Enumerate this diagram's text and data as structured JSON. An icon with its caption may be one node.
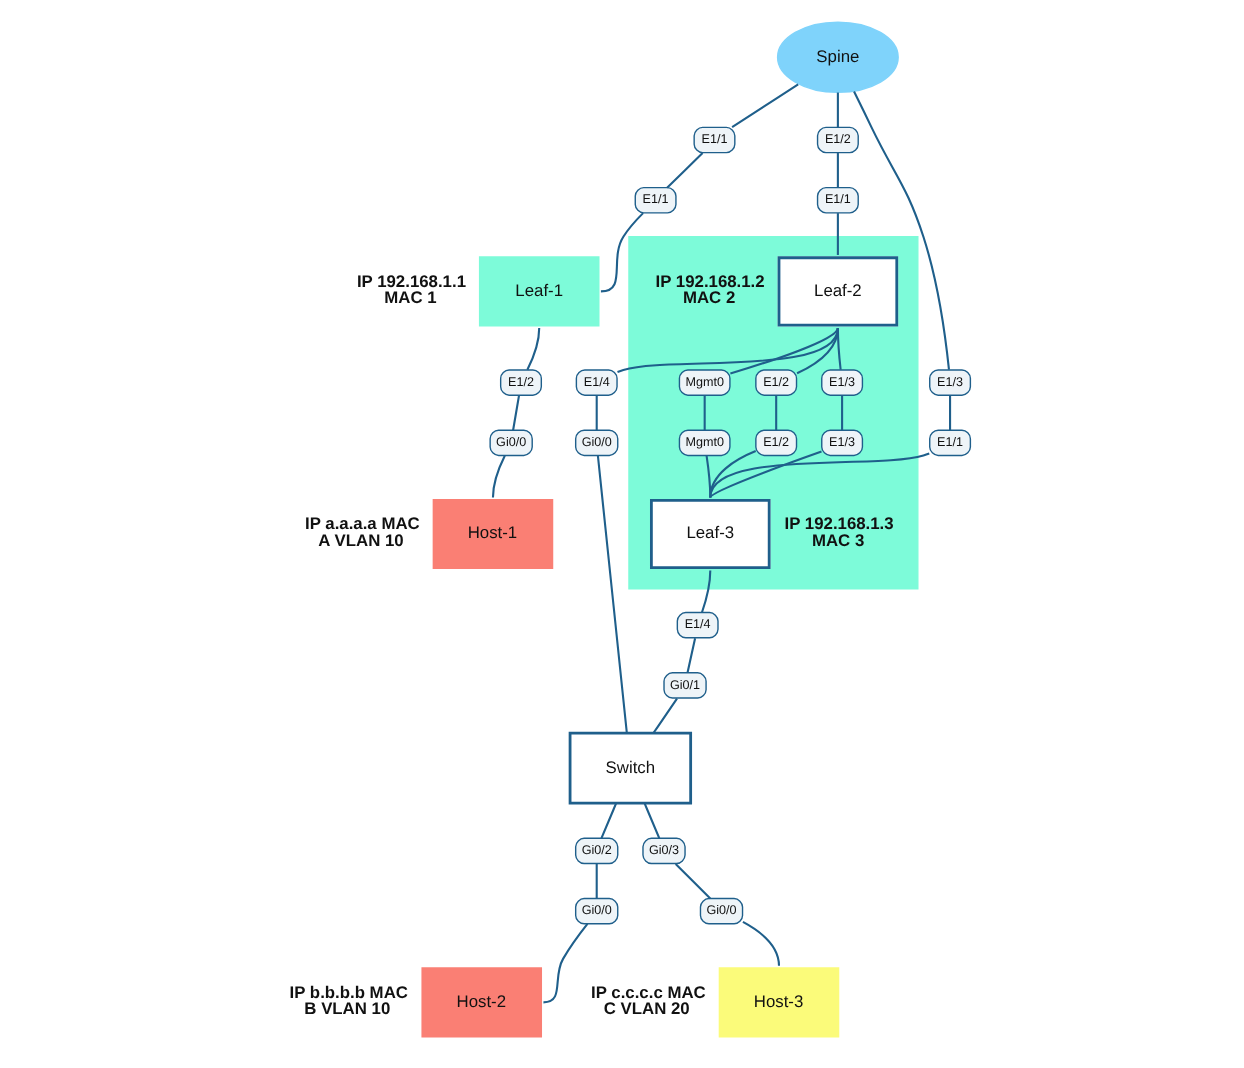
{
  "diagram": {
    "nodes": [
      {
        "text": [
          "Spine"
        ]
      },
      {
        "text": [
          "E1/1"
        ]
      },
      {
        "text": [
          "E1/2"
        ]
      },
      {
        "text": [
          "E1/3"
        ]
      },
      {
        "text": [
          "E1/1"
        ]
      },
      {
        "text": [
          "E1/1"
        ]
      },
      {
        "text": [
          "E1/1"
        ]
      },
      {
        "text": [
          "Leaf-1"
        ],
        "beside": [
          "IP 192.168.1.1 MAC 1"
        ]
      },
      {
        "text": [],
        "shape": "box"
      },
      {
        "text": [
          "Leaf-2"
        ],
        "in": 8,
        "beside": [
          "IP 192.168.1.2 MAC 2"
        ]
      },
      {
        "text": [
          "Mgmt0"
        ],
        "in": 8
      },
      {
        "text": [
          "E1/2"
        ],
        "in": 8
      },
      {
        "text": [
          "E1/3"
        ],
        "in": 8
      },
      {
        "text": [
          "Mgmt0"
        ],
        "in": 8
      },
      {
        "text": [
          "E1/2"
        ],
        "in": 8
      },
      {
        "text": [
          "E1/3"
        ],
        "in": 8
      },
      {
        "text": [
          "Leaf-3"
        ],
        "in": 8,
        "beside": [
          "IP 192.168.1.3 MAC 3"
        ]
      },
      {
        "text": [
          "E1/2"
        ]
      },
      {
        "text": [
          "E1/4"
        ]
      },
      {
        "text": [
          "E1/4"
        ]
      },
      {
        "text": [
          "Gi0/0"
        ]
      },
      {
        "text": [
          "Gi0/1"
        ]
      },
      {
        "text": [
          "Switch"
        ]
      },
      {
        "text": [
          "Gi0/2"
        ]
      },
      {
        "text": [
          "Gi0/3"
        ]
      },
      {
        "text": [
          "Gi0/0"
        ]
      },
      {
        "text": [
          "Host-1"
        ],
        "beside": [
          "IP a.a.a.a MAC A VLAN 10"
        ]
      },
      {
        "text": [
          "Gi0/0"
        ]
      },
      {
        "text": [
          "Host-2"
        ],
        "beside": [
          "IP b.b.b.b MAC B VLAN 10"
        ]
      },
      {
        "text": [
          "Gi0/0"
        ]
      },
      {
        "text": [
          "Host-3"
        ],
        "beside": [
          "IP c.c.c.c MAC C VLAN 20"
        ]
      }
    ],
    "edges": [
      {
        "from": 0,
        "to": 1,
        "arrow": "none"
      },
      {
        "from": 1,
        "to": 4,
        "arrow": "none"
      },
      {
        "from": 4,
        "to": 7,
        "arrow": "none"
      },
      {
        "from": 0,
        "to": 2,
        "arrow": "none"
      },
      {
        "from": 2,
        "to": 5,
        "arrow": "none"
      },
      {
        "from": 5,
        "to": 9,
        "arrow": "none"
      },
      {
        "from": 0,
        "to": 3,
        "arrow": "none"
      },
      {
        "from": 3,
        "to": 6,
        "arrow": "none"
      },
      {
        "from": 6,
        "to": 16,
        "arrow": "none"
      },
      {
        "from": 9,
        "to": 10,
        "arrow": "none"
      },
      {
        "from": 10,
        "to": 13,
        "arrow": "none"
      },
      {
        "from": 13,
        "to": 16,
        "arrow": "none"
      },
      {
        "from": 9,
        "to": 11,
        "arrow": "none"
      },
      {
        "from": 11,
        "to": 14,
        "arrow": "none"
      },
      {
        "from": 14,
        "to": 16,
        "arrow": "none"
      },
      {
        "from": 9,
        "to": 12,
        "arrow": "none"
      },
      {
        "from": 12,
        "to": 15,
        "arrow": "none"
      },
      {
        "from": 15,
        "to": 16,
        "arrow": "none"
      },
      {
        "from": 7,
        "to": 17,
        "arrow": "none"
      },
      {
        "from": 17,
        "to": 25,
        "arrow": "none"
      },
      {
        "from": 25,
        "to": 26,
        "arrow": "none"
      },
      {
        "from": 9,
        "to": 18,
        "arrow": "none"
      },
      {
        "from": 18,
        "to": 20,
        "arrow": "none"
      },
      {
        "from": 20,
        "to": 22,
        "arrow": "none"
      },
      {
        "from": 16,
        "to": 19,
        "arrow": "none"
      },
      {
        "from": 19,
        "to": 21,
        "arrow": "none"
      },
      {
        "from": 21,
        "to": 22,
        "arrow": "none"
      },
      {
        "from": 22,
        "to": 23,
        "arrow": "none"
      },
      {
        "from": 23,
        "to": 27,
        "arrow": "none"
      },
      {
        "from": 27,
        "to": 28,
        "arrow": "none"
      },
      {
        "from": 22,
        "to": 24,
        "arrow": "none"
      },
      {
        "from": 24,
        "to": 29,
        "arrow": "none"
      },
      {
        "from": 29,
        "to": 30,
        "arrow": "none"
      }
    ]
  }
}
